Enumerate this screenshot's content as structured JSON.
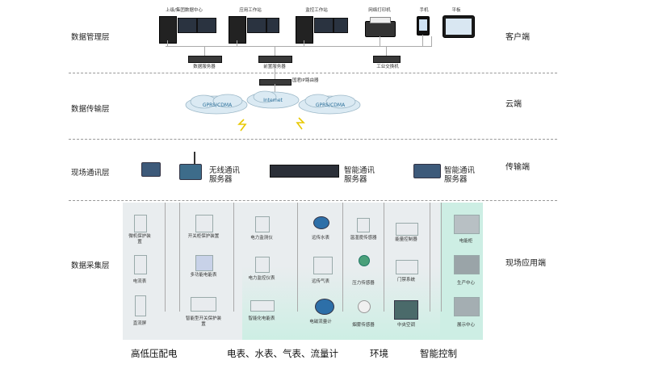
{
  "layers": {
    "management": "数据管理层",
    "transport": "数据传输层",
    "field_comm": "现场通讯层",
    "collection": "数据采集层"
  },
  "sides": {
    "client": "客户端",
    "cloud": "云端",
    "transport": "传输端",
    "field_app": "现场应用端"
  },
  "management": {
    "workstations": [
      "上级/集团数据中心",
      "应用工作站",
      "监控工作站",
      "网络打印机",
      "手机",
      "平板"
    ],
    "servers": [
      "数据服务器",
      "前置服务器",
      "工业交换机"
    ]
  },
  "transport": {
    "router": "国君IP路由器",
    "internet": "Internet",
    "gprs_left": "GPRS/CDMA",
    "gprs_right": "GPRS/CDMA"
  },
  "field_comm": {
    "wireless": "无线通讯服务器",
    "smart": "智能通讯服务器",
    "smart2": "智能通讯服务器"
  },
  "collection": {
    "col1": [
      "微机保护装置",
      "电流表",
      "直流屏"
    ],
    "col2": [
      "开关柜保护装置",
      "多功能电能表",
      "智能型开关保护装置"
    ],
    "col3": [
      "电力监测仪",
      "电力监控仪表",
      "智能化电能表"
    ],
    "col4": [
      "远传水表",
      "远传气表",
      "电磁流量计"
    ],
    "col5": [
      "温湿度传感器",
      "压力传感器",
      "烟雾传感器"
    ],
    "col6": [
      "能量控制器",
      "门禁系统",
      "中央空调"
    ],
    "col7": [
      "电能柜",
      "生产中心",
      "展示中心"
    ]
  },
  "captions": {
    "c1": "高低压配电",
    "c2": "电表、水表、气表、流量计",
    "c3": "环境",
    "c4": "智能控制"
  }
}
